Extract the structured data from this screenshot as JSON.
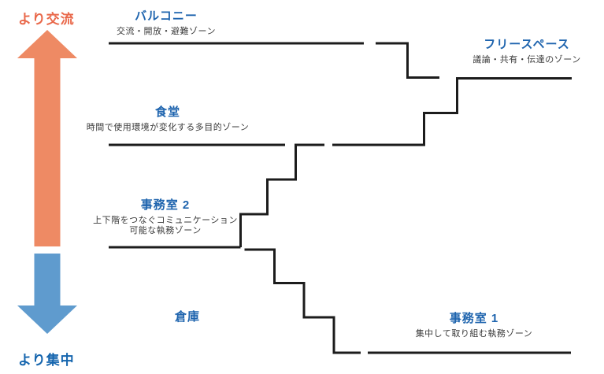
{
  "diagram_title": "building-section-zoning-diagram",
  "gradient_axis": {
    "top_label": "より交流",
    "bottom_label": "より集中",
    "top_label_color": "#e9684a",
    "bottom_label_color": "#1565ae",
    "up_arrow_color": "#ee8a64",
    "down_arrow_color": "#5f9bce"
  },
  "zones": [
    {
      "id": "balcony",
      "title": "バルコニー",
      "description": "交流・開放・避難ゾーン"
    },
    {
      "id": "free-space",
      "title": "フリースペース",
      "description": "議論・共有・伝達のゾーン"
    },
    {
      "id": "cafeteria",
      "title": "食堂",
      "description": "時間で使用環境が変化する多目的ゾーン"
    },
    {
      "id": "office-2",
      "title": "事務室 2",
      "description_line1": "上下階をつなぐコミュニケーション",
      "description_line2": "可能な執務ゾーン"
    },
    {
      "id": "warehouse",
      "title": "倉庫"
    },
    {
      "id": "office-1",
      "title": "事務室 1",
      "description": "集中して取り組む執務ゾーン"
    }
  ],
  "styles": {
    "zone_title_color": "#1e64ae",
    "zone_description_color": "#3a3a3a",
    "floor_line_color": "#1c1c1c",
    "background_color": "#ffffff"
  }
}
